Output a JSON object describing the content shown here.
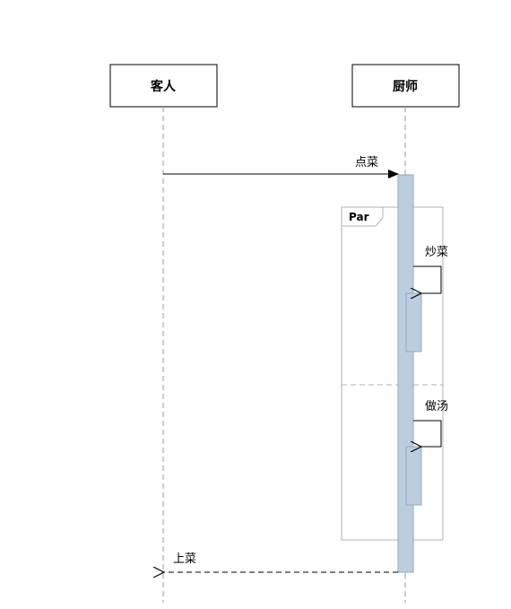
{
  "participants": [
    {
      "name": "客人"
    },
    {
      "name": "厨师"
    }
  ],
  "fragment": {
    "operator": "Par"
  },
  "messages": [
    {
      "label": "点菜"
    },
    {
      "label": "炒菜"
    },
    {
      "label": "做汤"
    },
    {
      "label": "上菜"
    }
  ],
  "colors": {
    "activation_fill": "#bccede",
    "activation_stroke": "#8fa8c0",
    "fragment_stroke": "#b0b0b0",
    "lifeline": "#9a9a9a",
    "line": "#000000"
  }
}
